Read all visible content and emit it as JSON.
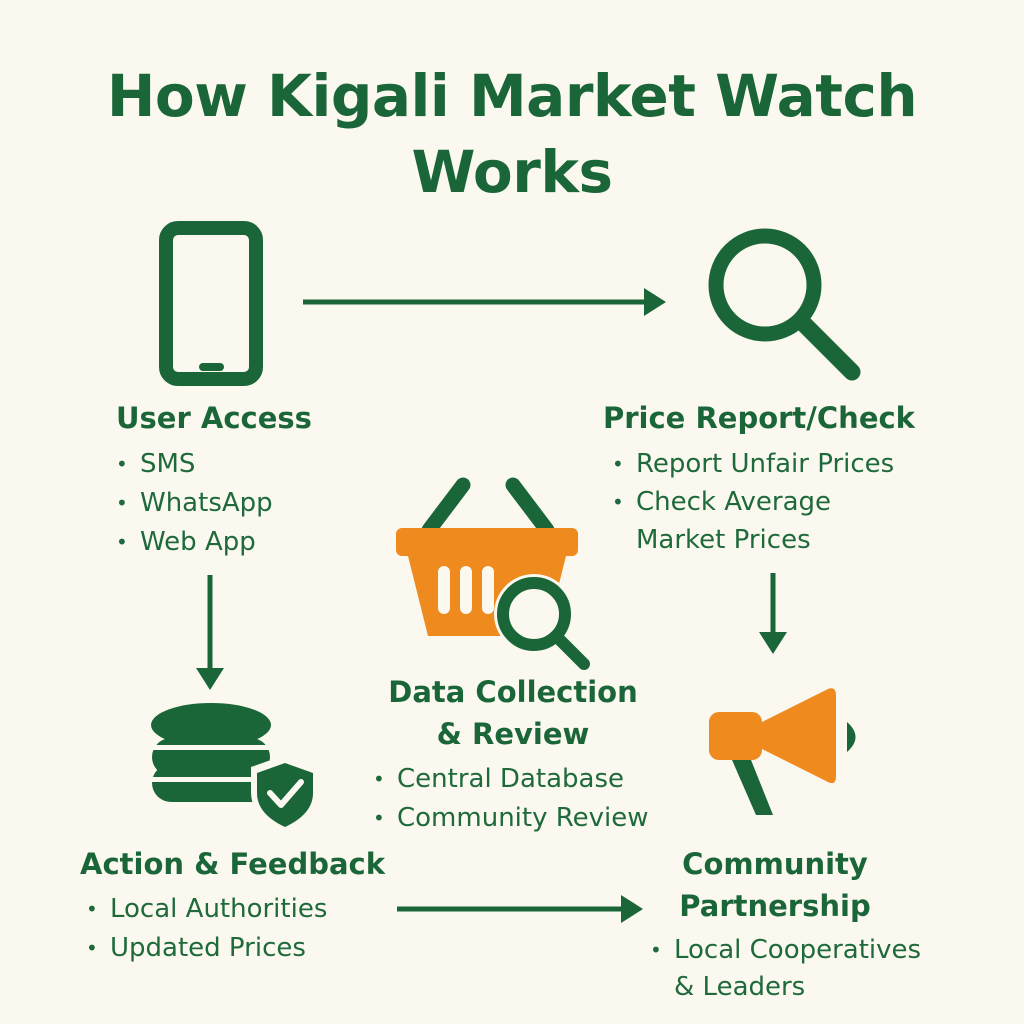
{
  "title": {
    "line1": "How Kigali Market Watch",
    "line2": "Works"
  },
  "colors": {
    "background": "#fbf8ef",
    "green": "#1a6638",
    "orange": "#ee8a1e"
  },
  "steps": {
    "user_access": {
      "heading": "User Access",
      "icon": "smartphone-icon",
      "items": [
        "SMS",
        "WhatsApp",
        "Web App"
      ]
    },
    "price_report": {
      "heading": "Price Report/Check",
      "icon": "magnifier-icon",
      "items": [
        "Report Unfair Prices",
        "Check Average",
        "Market Prices"
      ]
    },
    "data_collection": {
      "heading_line1": "Data Collection",
      "heading_line2": "& Review",
      "icon": "basket-search-icon",
      "items": [
        "Central Database",
        "Community Review"
      ]
    },
    "action_feedback": {
      "heading": "Action & Feedback",
      "icon": "database-shield-icon",
      "items": [
        "Local Authorities",
        "Updated Prices"
      ]
    },
    "community": {
      "heading_line1": "Community",
      "heading_line2": "Partnership",
      "icon": "megaphone-icon",
      "items": [
        "Local Cooperatives",
        "& Leaders"
      ]
    }
  }
}
